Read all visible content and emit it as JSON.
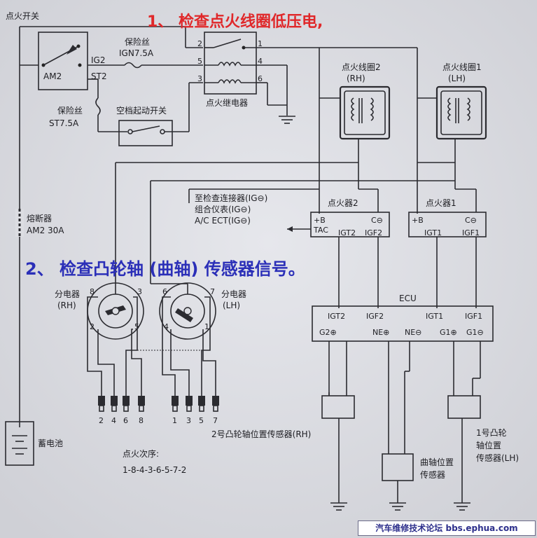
{
  "headings": {
    "step1": "1、 检查点火线圈低压电,",
    "step2": "2、 检查凸轮轴 (曲轴) 传感器信号。"
  },
  "colors": {
    "step1": "#e0282a",
    "step2": "#2b2fb8",
    "footer": "#2d2f8c"
  },
  "labels": {
    "ignition_switch": "点火开关",
    "am2": "AM2",
    "ig2": "IG2",
    "st2": "ST2",
    "fuse_ign": "保险丝",
    "fuse_ign_rating": "IGN7.5A",
    "fuse_st": "保险丝",
    "fuse_st_rating": "ST7.5A",
    "neutral_start_switch": "空档起动开关",
    "ignition_relay": "点火继电器",
    "relay_pins": [
      "2",
      "1",
      "5",
      "4",
      "3",
      "6"
    ],
    "fusible_link": "熔断器",
    "fusible_link_rating": "AM2 30A",
    "battery": "蓄电池",
    "coil2": "点火线圈2",
    "coil2_side": "(RH)",
    "coil1": "点火线圈1",
    "coil1_side": "(LH)",
    "check_connector_lines": [
      "至检查连接器(IG⊖)",
      "组合仪表(IG⊖)",
      "A/C ECT(IG⊖)"
    ],
    "igniter2": "点火器2",
    "igniter2_pins": [
      "+B",
      "C⊖",
      "TAC",
      "IGT2",
      "IGF2"
    ],
    "igniter1": "点火器1",
    "igniter1_pins": [
      "+B",
      "C⊖",
      "IGT1",
      "IGF1"
    ],
    "distributor_rh": "分电器",
    "distributor_rh_side": "(RH)",
    "distributor_rh_pins": [
      "8",
      "3",
      "2",
      "5"
    ],
    "distributor_lh": "分电器",
    "distributor_lh_side": "(LH)",
    "distributor_lh_pins": [
      "6",
      "7",
      "4",
      "1"
    ],
    "plugs_rh": [
      "2",
      "4",
      "6",
      "8"
    ],
    "plugs_lh": [
      "1",
      "3",
      "5",
      "7"
    ],
    "ecu": "ECU",
    "ecu_top_pins": [
      "IGT2",
      "IGF2",
      "IGT1",
      "IGF1"
    ],
    "ecu_bottom_pins": [
      "G2⊕",
      "NE⊕",
      "NE⊖",
      "G1⊕",
      "G1⊖"
    ],
    "cam_sensor2": "2号凸轮轴位置传感器(RH)",
    "crank_sensor": [
      "曲轴位置",
      "传感器"
    ],
    "cam_sensor1": [
      "1号凸轮",
      "轴位置",
      "传感器(LH)"
    ],
    "firing_order_title": "点火次序:",
    "firing_order": "1-8-4-3-6-5-7-2"
  },
  "footer": "汽车维修技术论坛 bbs.ephua.com"
}
